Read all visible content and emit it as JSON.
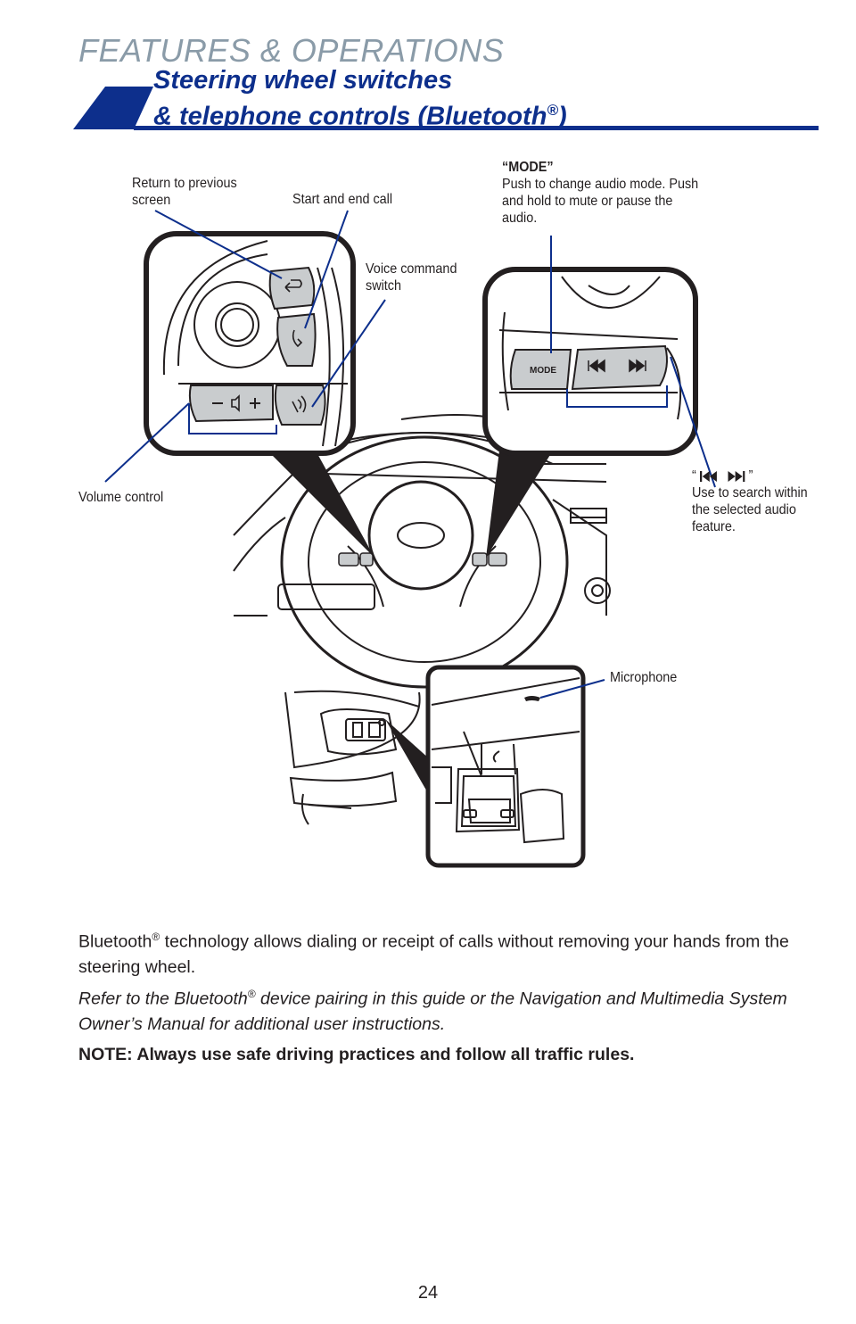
{
  "header": {
    "section": "FEATURES & OPERATIONS",
    "title_line1": "Steering wheel switches",
    "title_line2_pre": "& telephone controls (Bluetooth",
    "title_reg": "®",
    "title_line2_post": ")",
    "accent_color": "#0d2f8c",
    "section_color": "#8a9ba8"
  },
  "callouts": {
    "return_previous": "Return to previous screen",
    "start_end_call": "Start and end call",
    "voice_command": "Voice command switch",
    "volume_control": "Volume control",
    "mode_title": "“MODE”",
    "mode_desc": "Push to change audio mode. Push and hold to mute or pause the audio.",
    "seek_open": "“",
    "seek_close": "”",
    "seek_desc": "Use to search within the selected audio feature.",
    "microphone": "Microphone"
  },
  "switch_labels": {
    "mode_button": "MODE",
    "volume_minus": "–",
    "volume_plus": "+"
  },
  "body": {
    "intro_pre": "Bluetooth",
    "intro_reg": "®",
    "intro_post": " technology allows dialing or receipt of calls without removing your hands from the steering wheel.",
    "refer_pre": "Refer to the Bluetooth",
    "refer_reg": "®",
    "refer_post": " device pairing in this guide or the Navigation and Multimedia System Owner’s Manual for additional user instructions.",
    "note": "NOTE: Always use safe driving practices and follow all traffic rules."
  },
  "page_number": "24",
  "colors": {
    "callout_line": "#0d2f8c",
    "button_fill": "#c9ccce",
    "line_art": "#231f20"
  },
  "icons": [
    "back-arrow-icon",
    "phone-icon",
    "speaker-icon",
    "voice-command-icon",
    "seek-back-icon",
    "seek-forward-icon"
  ]
}
